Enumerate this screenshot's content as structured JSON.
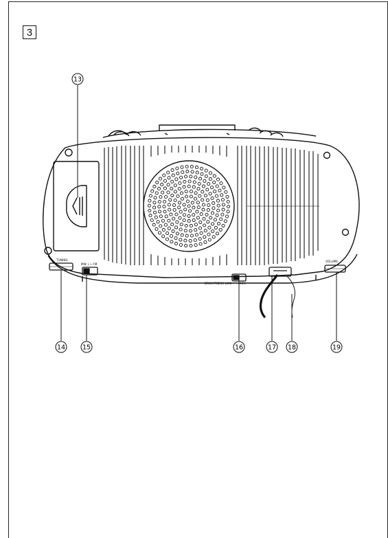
{
  "figure_number": "3",
  "callouts": [
    "13",
    "14",
    "15",
    "16",
    "17",
    "18",
    "19"
  ],
  "labels": {
    "tuning": "TUNING",
    "band": "MW •  • FM",
    "brightness": "BRIGHTNESS LOW •  • HIGH",
    "volume": "VOLUME"
  }
}
